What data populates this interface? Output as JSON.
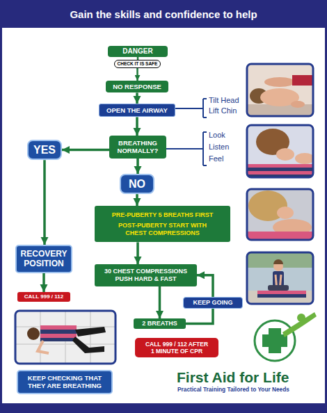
{
  "diagram": {
    "title": "Gain the skills and confidence to help",
    "nodes": [
      {
        "text": [
          "DANGER"
        ]
      },
      {
        "text": [
          "CHECK IT IS SAFE"
        ]
      },
      {
        "text": [
          "NO RESPONSE"
        ]
      },
      {
        "text": [
          "OPEN THE AIRWAY"
        ]
      },
      {
        "text": [
          "BREATHING NORMALLY?"
        ]
      },
      {
        "text": [
          "YES"
        ]
      },
      {
        "text": [
          "NO"
        ]
      },
      {
        "text": [
          "PRE-PUBERTY 5 BREATHS FIRST",
          "POST-PUBERTY START WITH CHEST COMPRESSIONS"
        ]
      },
      {
        "text": [
          "RECOVERY POSITION"
        ]
      },
      {
        "text": [
          "CALL 999 / 112"
        ]
      },
      {
        "text": [
          "30 CHEST COMPRESSIONS PUSH HARD & FAST"
        ]
      },
      {
        "text": [
          "KEEP GOING"
        ]
      },
      {
        "text": [
          "2 BREATHS"
        ]
      },
      {
        "text": [
          "CALL 999 / 112 AFTER 1 MINUTE OF CPR"
        ]
      },
      {
        "text": [
          "KEEP CHECKING THAT THEY ARE BREATHING"
        ]
      }
    ],
    "edges": [
      {
        "from": 0,
        "to": 1,
        "arrow": "none"
      },
      {
        "from": 1,
        "to": 2,
        "arrow": "to"
      },
      {
        "from": 2,
        "to": 3,
        "arrow": "to"
      },
      {
        "from": 3,
        "to": 4,
        "arrow": "to"
      },
      {
        "from": 4,
        "to": 5,
        "arrow": "to"
      },
      {
        "from": 4,
        "to": 6,
        "arrow": "to"
      },
      {
        "from": 5,
        "to": 8,
        "arrow": "to"
      },
      {
        "from": 8,
        "to": 9,
        "arrow": "to"
      },
      {
        "from": 6,
        "to": 7,
        "arrow": "to"
      },
      {
        "from": 7,
        "to": 10,
        "arrow": "to"
      },
      {
        "from": 10,
        "to": 12,
        "arrow": "to"
      },
      {
        "from": 12,
        "to": 11,
        "arrow": "none"
      },
      {
        "from": 11,
        "to": 10,
        "arrow": "to"
      }
    ],
    "labels": [
      "Tilt Head",
      "Lift Chin",
      "Look",
      "Listen",
      "Feel",
      "First Aid for Life",
      "Practical Training Tailored to Your Needs"
    ]
  }
}
